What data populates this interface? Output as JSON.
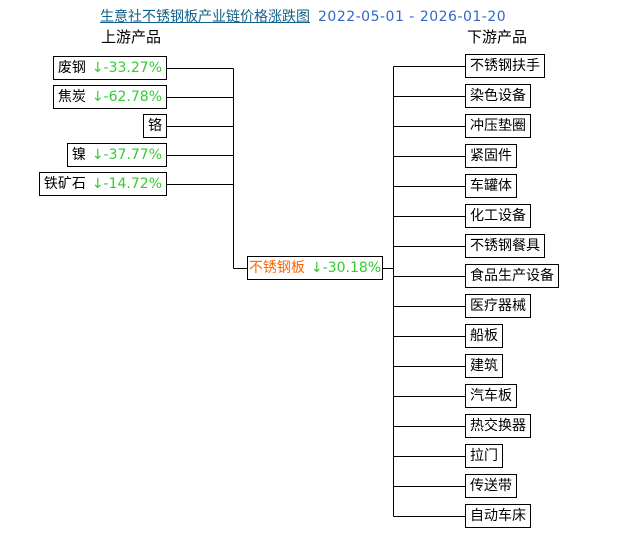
{
  "header": {
    "title": "生意社不锈钢板产业链价格涨跌图",
    "date_range": "2022-05-01 - 2026-01-20"
  },
  "columns": {
    "upstream": "上游产品",
    "downstream": "下游产品"
  },
  "center_node": {
    "label": "不锈钢板",
    "change": "↓-30.18%"
  },
  "upstream_nodes": [
    {
      "label": "废钢",
      "change": "↓-33.27%"
    },
    {
      "label": "焦炭",
      "change": "↓-62.78%"
    },
    {
      "label": "铬",
      "change": ""
    },
    {
      "label": "镍",
      "change": "↓-37.77%"
    },
    {
      "label": "铁矿石",
      "change": "↓-14.72%"
    }
  ],
  "downstream_nodes": [
    {
      "label": "不锈钢扶手"
    },
    {
      "label": "染色设备"
    },
    {
      "label": "冲压垫圈"
    },
    {
      "label": "紧固件"
    },
    {
      "label": "车罐体"
    },
    {
      "label": "化工设备"
    },
    {
      "label": "不锈钢餐具"
    },
    {
      "label": "食品生产设备"
    },
    {
      "label": "医疗器械"
    },
    {
      "label": "船板"
    },
    {
      "label": "建筑"
    },
    {
      "label": "汽车板"
    },
    {
      "label": "热交换器"
    },
    {
      "label": "拉门"
    },
    {
      "label": "传送带"
    },
    {
      "label": "自动车床"
    }
  ],
  "colors": {
    "title": "#14608a",
    "date": "#3366cc",
    "decline_green": "#33cc33",
    "center_label_orange": "#ff6600",
    "line_black": "#000000"
  }
}
